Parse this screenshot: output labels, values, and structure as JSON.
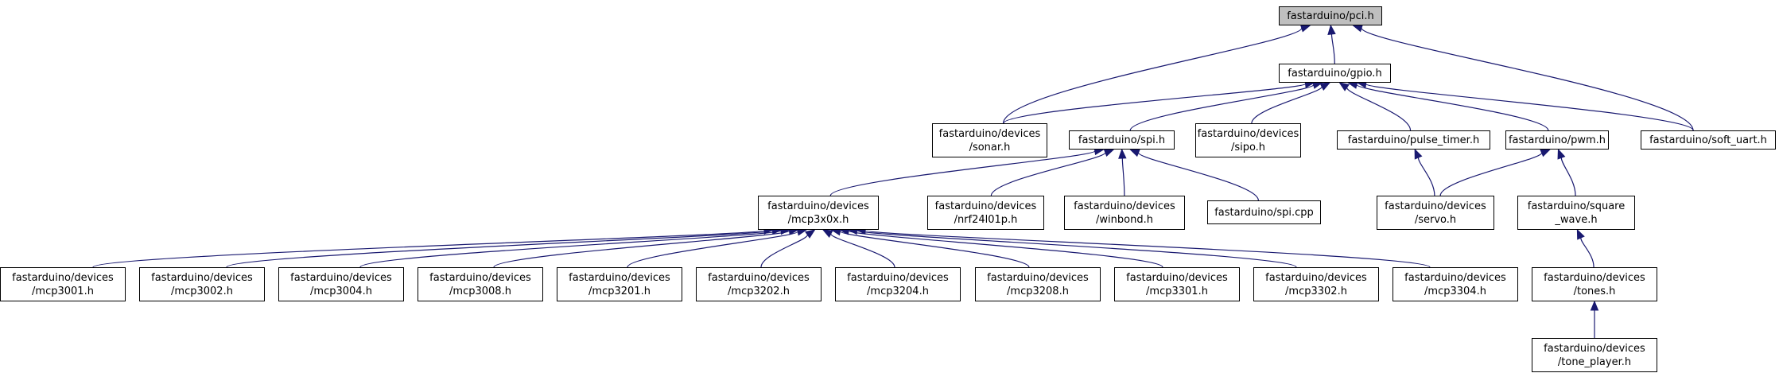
{
  "colors": {
    "edge": "#191970",
    "node_border": "#000000",
    "root_fill": "#bfbfbf",
    "node_fill": "#ffffff"
  },
  "nodes": [
    {
      "id": "pci",
      "lines": [
        "fastarduino/pci.h"
      ]
    },
    {
      "id": "gpio",
      "lines": [
        "fastarduino/gpio.h"
      ]
    },
    {
      "id": "sonar",
      "lines": [
        "fastarduino/devices",
        "/sonar.h"
      ]
    },
    {
      "id": "spi",
      "lines": [
        "fastarduino/spi.h"
      ]
    },
    {
      "id": "sipo",
      "lines": [
        "fastarduino/devices",
        "/sipo.h"
      ]
    },
    {
      "id": "pulse_timer",
      "lines": [
        "fastarduino/pulse_timer.h"
      ]
    },
    {
      "id": "pwm",
      "lines": [
        "fastarduino/pwm.h"
      ]
    },
    {
      "id": "soft_uart",
      "lines": [
        "fastarduino/soft_uart.h"
      ]
    },
    {
      "id": "mcp3x0x",
      "lines": [
        "fastarduino/devices",
        "/mcp3x0x.h"
      ]
    },
    {
      "id": "nrf24l01p",
      "lines": [
        "fastarduino/devices",
        "/nrf24l01p.h"
      ]
    },
    {
      "id": "winbond",
      "lines": [
        "fastarduino/devices",
        "/winbond.h"
      ]
    },
    {
      "id": "spi_cpp",
      "lines": [
        "fastarduino/spi.cpp"
      ]
    },
    {
      "id": "servo",
      "lines": [
        "fastarduino/devices",
        "/servo.h"
      ]
    },
    {
      "id": "square_wave",
      "lines": [
        "fastarduino/square",
        "_wave.h"
      ]
    },
    {
      "id": "mcp3001",
      "lines": [
        "fastarduino/devices",
        "/mcp3001.h"
      ]
    },
    {
      "id": "mcp3002",
      "lines": [
        "fastarduino/devices",
        "/mcp3002.h"
      ]
    },
    {
      "id": "mcp3004",
      "lines": [
        "fastarduino/devices",
        "/mcp3004.h"
      ]
    },
    {
      "id": "mcp3008",
      "lines": [
        "fastarduino/devices",
        "/mcp3008.h"
      ]
    },
    {
      "id": "mcp3201",
      "lines": [
        "fastarduino/devices",
        "/mcp3201.h"
      ]
    },
    {
      "id": "mcp3202",
      "lines": [
        "fastarduino/devices",
        "/mcp3202.h"
      ]
    },
    {
      "id": "mcp3204",
      "lines": [
        "fastarduino/devices",
        "/mcp3204.h"
      ]
    },
    {
      "id": "mcp3208",
      "lines": [
        "fastarduino/devices",
        "/mcp3208.h"
      ]
    },
    {
      "id": "mcp3301",
      "lines": [
        "fastarduino/devices",
        "/mcp3301.h"
      ]
    },
    {
      "id": "mcp3302",
      "lines": [
        "fastarduino/devices",
        "/mcp3302.h"
      ]
    },
    {
      "id": "mcp3304",
      "lines": [
        "fastarduino/devices",
        "/mcp3304.h"
      ]
    },
    {
      "id": "tones",
      "lines": [
        "fastarduino/devices",
        "/tones.h"
      ]
    },
    {
      "id": "tone_player",
      "lines": [
        "fastarduino/devices",
        "/tone_player.h"
      ]
    }
  ],
  "edges": [
    [
      "gpio",
      "pci"
    ],
    [
      "sonar",
      "pci"
    ],
    [
      "soft_uart",
      "pci"
    ],
    [
      "sonar",
      "gpio"
    ],
    [
      "spi",
      "gpio"
    ],
    [
      "sipo",
      "gpio"
    ],
    [
      "pulse_timer",
      "gpio"
    ],
    [
      "pwm",
      "gpio"
    ],
    [
      "soft_uart",
      "gpio"
    ],
    [
      "mcp3x0x",
      "spi"
    ],
    [
      "nrf24l01p",
      "spi"
    ],
    [
      "winbond",
      "spi"
    ],
    [
      "spi_cpp",
      "spi"
    ],
    [
      "servo",
      "pulse_timer"
    ],
    [
      "servo",
      "pwm"
    ],
    [
      "square_wave",
      "pwm"
    ],
    [
      "mcp3001",
      "mcp3x0x"
    ],
    [
      "mcp3002",
      "mcp3x0x"
    ],
    [
      "mcp3004",
      "mcp3x0x"
    ],
    [
      "mcp3008",
      "mcp3x0x"
    ],
    [
      "mcp3201",
      "mcp3x0x"
    ],
    [
      "mcp3202",
      "mcp3x0x"
    ],
    [
      "mcp3204",
      "mcp3x0x"
    ],
    [
      "mcp3208",
      "mcp3x0x"
    ],
    [
      "mcp3301",
      "mcp3x0x"
    ],
    [
      "mcp3302",
      "mcp3x0x"
    ],
    [
      "mcp3304",
      "mcp3x0x"
    ],
    [
      "tones",
      "square_wave"
    ],
    [
      "tone_player",
      "tones"
    ]
  ]
}
